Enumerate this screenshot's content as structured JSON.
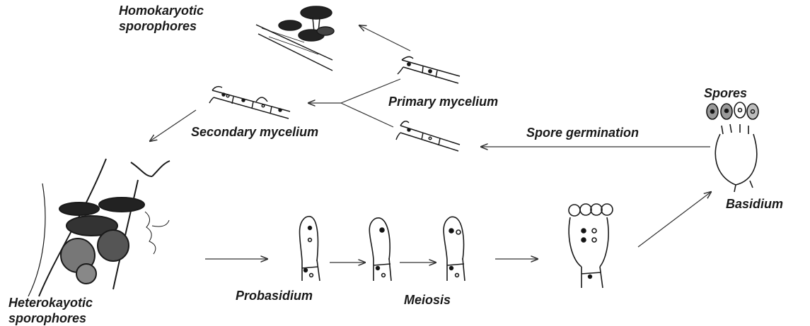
{
  "labels": {
    "homokaryotic": [
      "Homokaryotic",
      "sporophores"
    ],
    "primary_mycelium": "Primary mycelium",
    "secondary_mycelium": "Secondary mycelium",
    "spores": "Spores",
    "spore_germination": "Spore germination",
    "basidium": "Basidium",
    "heterokaryotic": [
      "Heterokayotic",
      "sporophores"
    ],
    "probasidium": "Probasidium",
    "meiosis": "Meiosis"
  },
  "colors": {
    "ink": "#1a1a1a",
    "arrow": "#333333",
    "spore_gray": "#9a9a9a"
  }
}
